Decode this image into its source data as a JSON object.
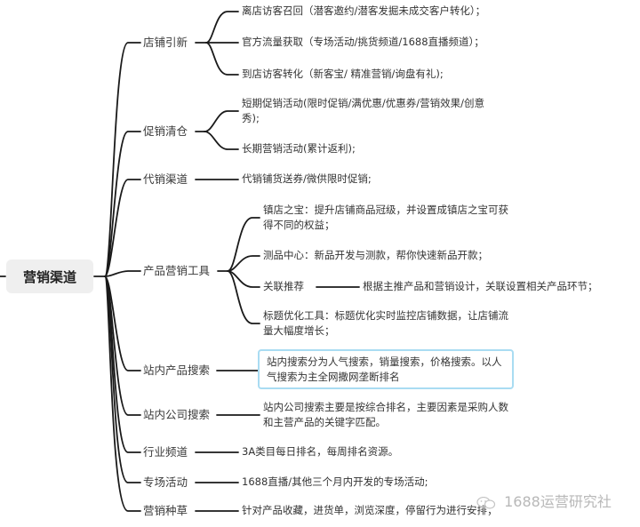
{
  "mindmap": {
    "root": "营销渠道",
    "branches": [
      {
        "label": "店铺引新",
        "children": [
          "离店访客召回（潜客邀约/潜客发掘未成交客户转化）；",
          "官方流量获取（专场活动/挑货频道/1688直播频道）；",
          "到店访客转化（新客宝/ 精准营销/询盘有礼);"
        ]
      },
      {
        "label": "促销清仓",
        "children": [
          "短期促销活动(限时促销/满优惠/优惠券/营销效果/创意秀);",
          "长期营销活动(累计返利);"
        ]
      },
      {
        "label": "代销渠道",
        "children": [
          "代销铺货送券/微供限时促销;"
        ]
      },
      {
        "label": "产品营销工具",
        "children": [
          "镇店之宝：提升店铺商品冠级，并设置成镇店之宝可获得不同的权益；",
          "测品中心：新品开发与测款，帮你快速新品开款；",
          "关联推荐",
          "标题优化工具：标题优化实时监控店铺数据，让店铺流量大幅度增长；"
        ],
        "sub_child": "根据主推产品和营销设计，关联设置相关产品环节；"
      },
      {
        "label": "站内产品搜索",
        "children": [
          "站内搜索分为人气搜索，销量搜索，价格搜索。以人气搜索为主全网撒网垄断排名"
        ]
      },
      {
        "label": "站内公司搜索",
        "children": [
          "站内公司搜索主要是按综合排名，主要因素是采购人数和主营产品的关键字匹配。"
        ]
      },
      {
        "label": "行业频道",
        "children": [
          "3A类目每日排名，每周排名资源。"
        ]
      },
      {
        "label": "专场活动",
        "children": [
          "1688直播/其他三个月内开发的专场活动;"
        ]
      },
      {
        "label": "营销种草",
        "children": [
          "针对产品收藏，进货单，浏览深度，停留行为进行安排；"
        ]
      }
    ]
  },
  "watermark": {
    "icon": "wechat-icon",
    "text": "1688运营研究社"
  },
  "colors": {
    "line": "#1a1a1a",
    "root_bg": "#efefef",
    "highlight_border": "#a9dcf2"
  }
}
